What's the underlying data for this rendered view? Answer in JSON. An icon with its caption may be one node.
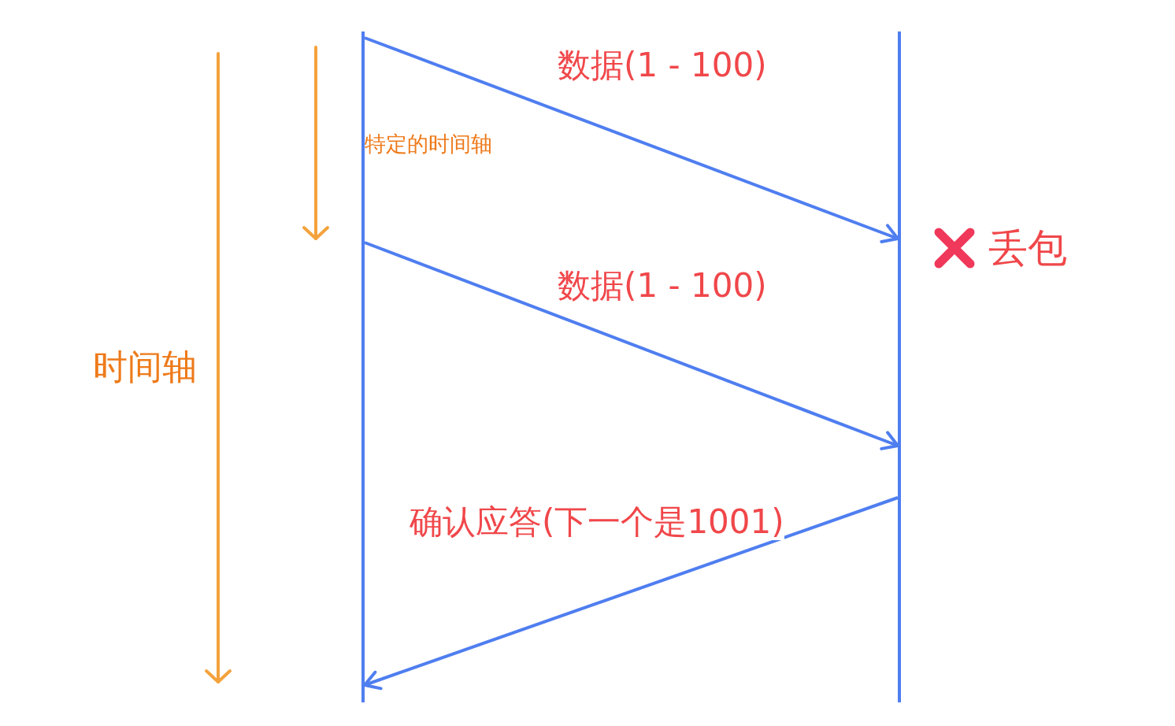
{
  "diagram": {
    "nodes": [
      {
        "text": [],
        "shape": "bar"
      },
      {
        "text": [],
        "shape": "bar"
      }
    ],
    "edges": [
      {
        "from": 0,
        "to": 1,
        "arrow": "to",
        "label": "数据(1 - 100)"
      },
      {
        "from": 0,
        "to": 1,
        "arrow": "to",
        "label": "数据(1 - 100)"
      },
      {
        "from": 1,
        "to": 0,
        "arrow": "to",
        "label": "确认应答(下一个是1001)"
      }
    ],
    "labels": [
      "特定的时间轴",
      "丢包",
      "时间轴"
    ]
  }
}
